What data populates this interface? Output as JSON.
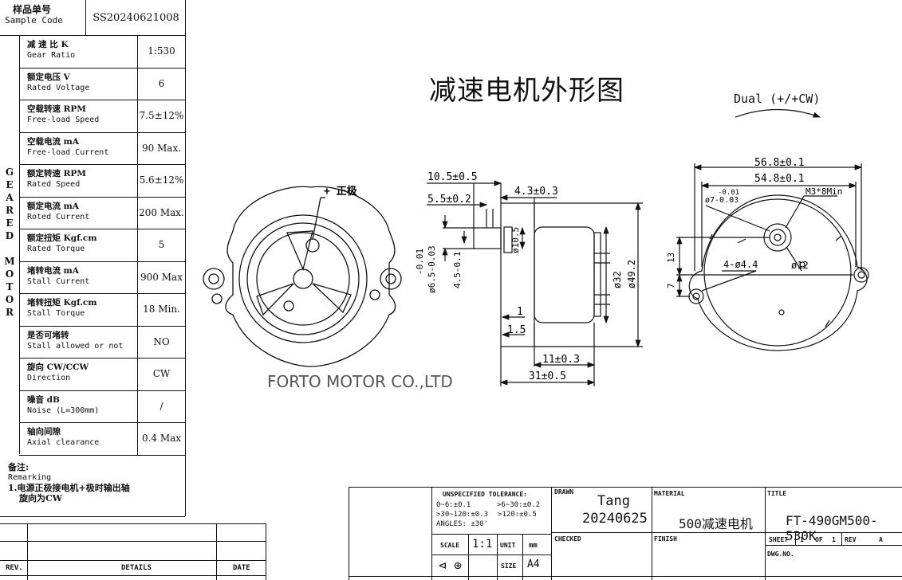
{
  "sample": {
    "label_cn": "样品单号",
    "label_en": "Sample Code",
    "value": "SS20240621008"
  },
  "vertical_label": [
    "G",
    "E",
    "A",
    "R",
    "E",
    "D",
    "",
    "M",
    "O",
    "T",
    "O",
    "R"
  ],
  "specs": [
    {
      "cn": "减 速 比 K",
      "en": "Gear Ratio",
      "value": "1:530"
    },
    {
      "cn": "额定电压 V",
      "en": "Rated Voltage",
      "value": "6"
    },
    {
      "cn": "空载转速 RPM",
      "en": "Free-load Speed",
      "value": "7.5±12%"
    },
    {
      "cn": "空载电流 mA",
      "en": "Free-load Current",
      "value": "90 Max."
    },
    {
      "cn": "额定转速 RPM",
      "en": "Rated Speed",
      "value": "5.6±12%"
    },
    {
      "cn": "额定电流 mA",
      "en": "Roted Current",
      "value": "200 Max."
    },
    {
      "cn": "额定扭矩 Kgf.cm",
      "en": "Rated Torque",
      "value": "5"
    },
    {
      "cn": "堵转电流 mA",
      "en": "Stall Current",
      "value": "900 Max"
    },
    {
      "cn": "堵转扭矩 Kgf.cm",
      "en": "Stall Torque",
      "value": "18 Min."
    },
    {
      "cn": "是否可堵转",
      "en": "Stall allowed or not",
      "value": "NO"
    },
    {
      "cn": "旋向 CW/CCW",
      "en": "Direction",
      "value": "CW"
    },
    {
      "cn": "噪音 dB",
      "en": "Noise (L=300mm)",
      "value": "/"
    },
    {
      "cn": "轴向间隙",
      "en": "Axial clearance",
      "value": "0.4 Max"
    }
  ],
  "remark": {
    "cn": "备注:",
    "en": "Remarking",
    "line1": "1.电源正极接电机+极时输出轴",
    "line2": "旋向为CW"
  },
  "drawing": {
    "title": "减速电机外形图",
    "direction_note": "Dual (+/+CW)",
    "watermark": "FORTO MOTOR CO.,LTD",
    "plus_label": "+ 正极",
    "dims_side": {
      "d1": "10.5±0.5",
      "d2": "5.5±0.2",
      "d3": "4.3±0.3",
      "d4": "ø10.5",
      "d5": "-0.01",
      "d6": "ø6.5-0.03",
      "d7": "4.5-0.1",
      "d8": "ø32",
      "d9": "ø49.2",
      "d10": "1",
      "d11": "1.5",
      "d12": "11±0.3",
      "d13": "31±0.5"
    },
    "dims_front": {
      "w1": "56.8±0.1",
      "w2": "54.8±0.1",
      "tol1": "-0.01",
      "tol2": "ø7-0.03",
      "screw": "M3*8Min",
      "h1": "13",
      "h2": "7",
      "holes": "4-ø4.4",
      "dia": "ø12"
    }
  },
  "revision": {
    "rev": "REV.",
    "details": "DETAILS",
    "date": "DATE"
  },
  "title_block": {
    "tol_head": "UNSPECIFIED TOLERANCE:",
    "tol_a": "0~6:±0.1",
    "tol_b": ">6~30:±0.2",
    "tol_c": ">30~120:±0.3",
    "tol_d": ">120:±0.5",
    "tol_e": "ANGLES: ±30'",
    "scale_label": "SCALE",
    "scale": "1:1",
    "unit_label": "UNIT",
    "unit": "mm",
    "size_label": "SIZE",
    "size": "A4",
    "drawn_label": "DRAWN",
    "drawn_by": "Tang",
    "drawn_date": "20240625",
    "checked_label": "CHECKED",
    "material_label": "MATERIAL",
    "material": "500减速电机",
    "finish_label": "FINISH",
    "title_label": "TITLE",
    "title": "FT-490GM500-530K",
    "sheet_label": "SHEET",
    "sheet_no": "1",
    "of_label": "OF",
    "sheet_total": "1",
    "rev_label": "REV",
    "rev": "A",
    "dwg_label": "DWG.NO."
  }
}
